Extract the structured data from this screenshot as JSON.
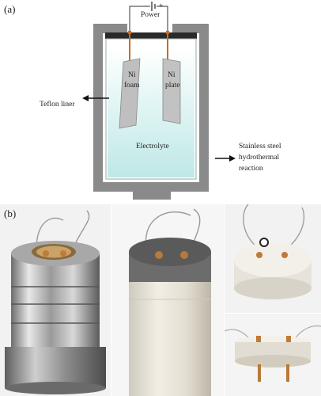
{
  "panel_a": {
    "label": "(a)",
    "power": {
      "minus": "-",
      "plus": "+",
      "label": "Power"
    },
    "electrode_left": {
      "line1": "Ni",
      "line2": "foam"
    },
    "electrode_right": {
      "line1": "Ni",
      "line2": "plate"
    },
    "electrolyte_label": "Electrolyte",
    "teflon_label": "Teflon liner",
    "steel_label": {
      "line1": "Stainless steel",
      "line2": "hydrothermal",
      "line3": "reaction"
    },
    "colors": {
      "steel": "#8a8a8a",
      "electrolyte": "#cfeeee",
      "wire": "#d06a1a",
      "lid": "#2a2a2a"
    }
  },
  "panel_b": {
    "label": "(b)",
    "colors": {
      "background": "#f4f4f4",
      "ptfe": "#e6e1d6",
      "steel": "#b9b9b9"
    }
  }
}
